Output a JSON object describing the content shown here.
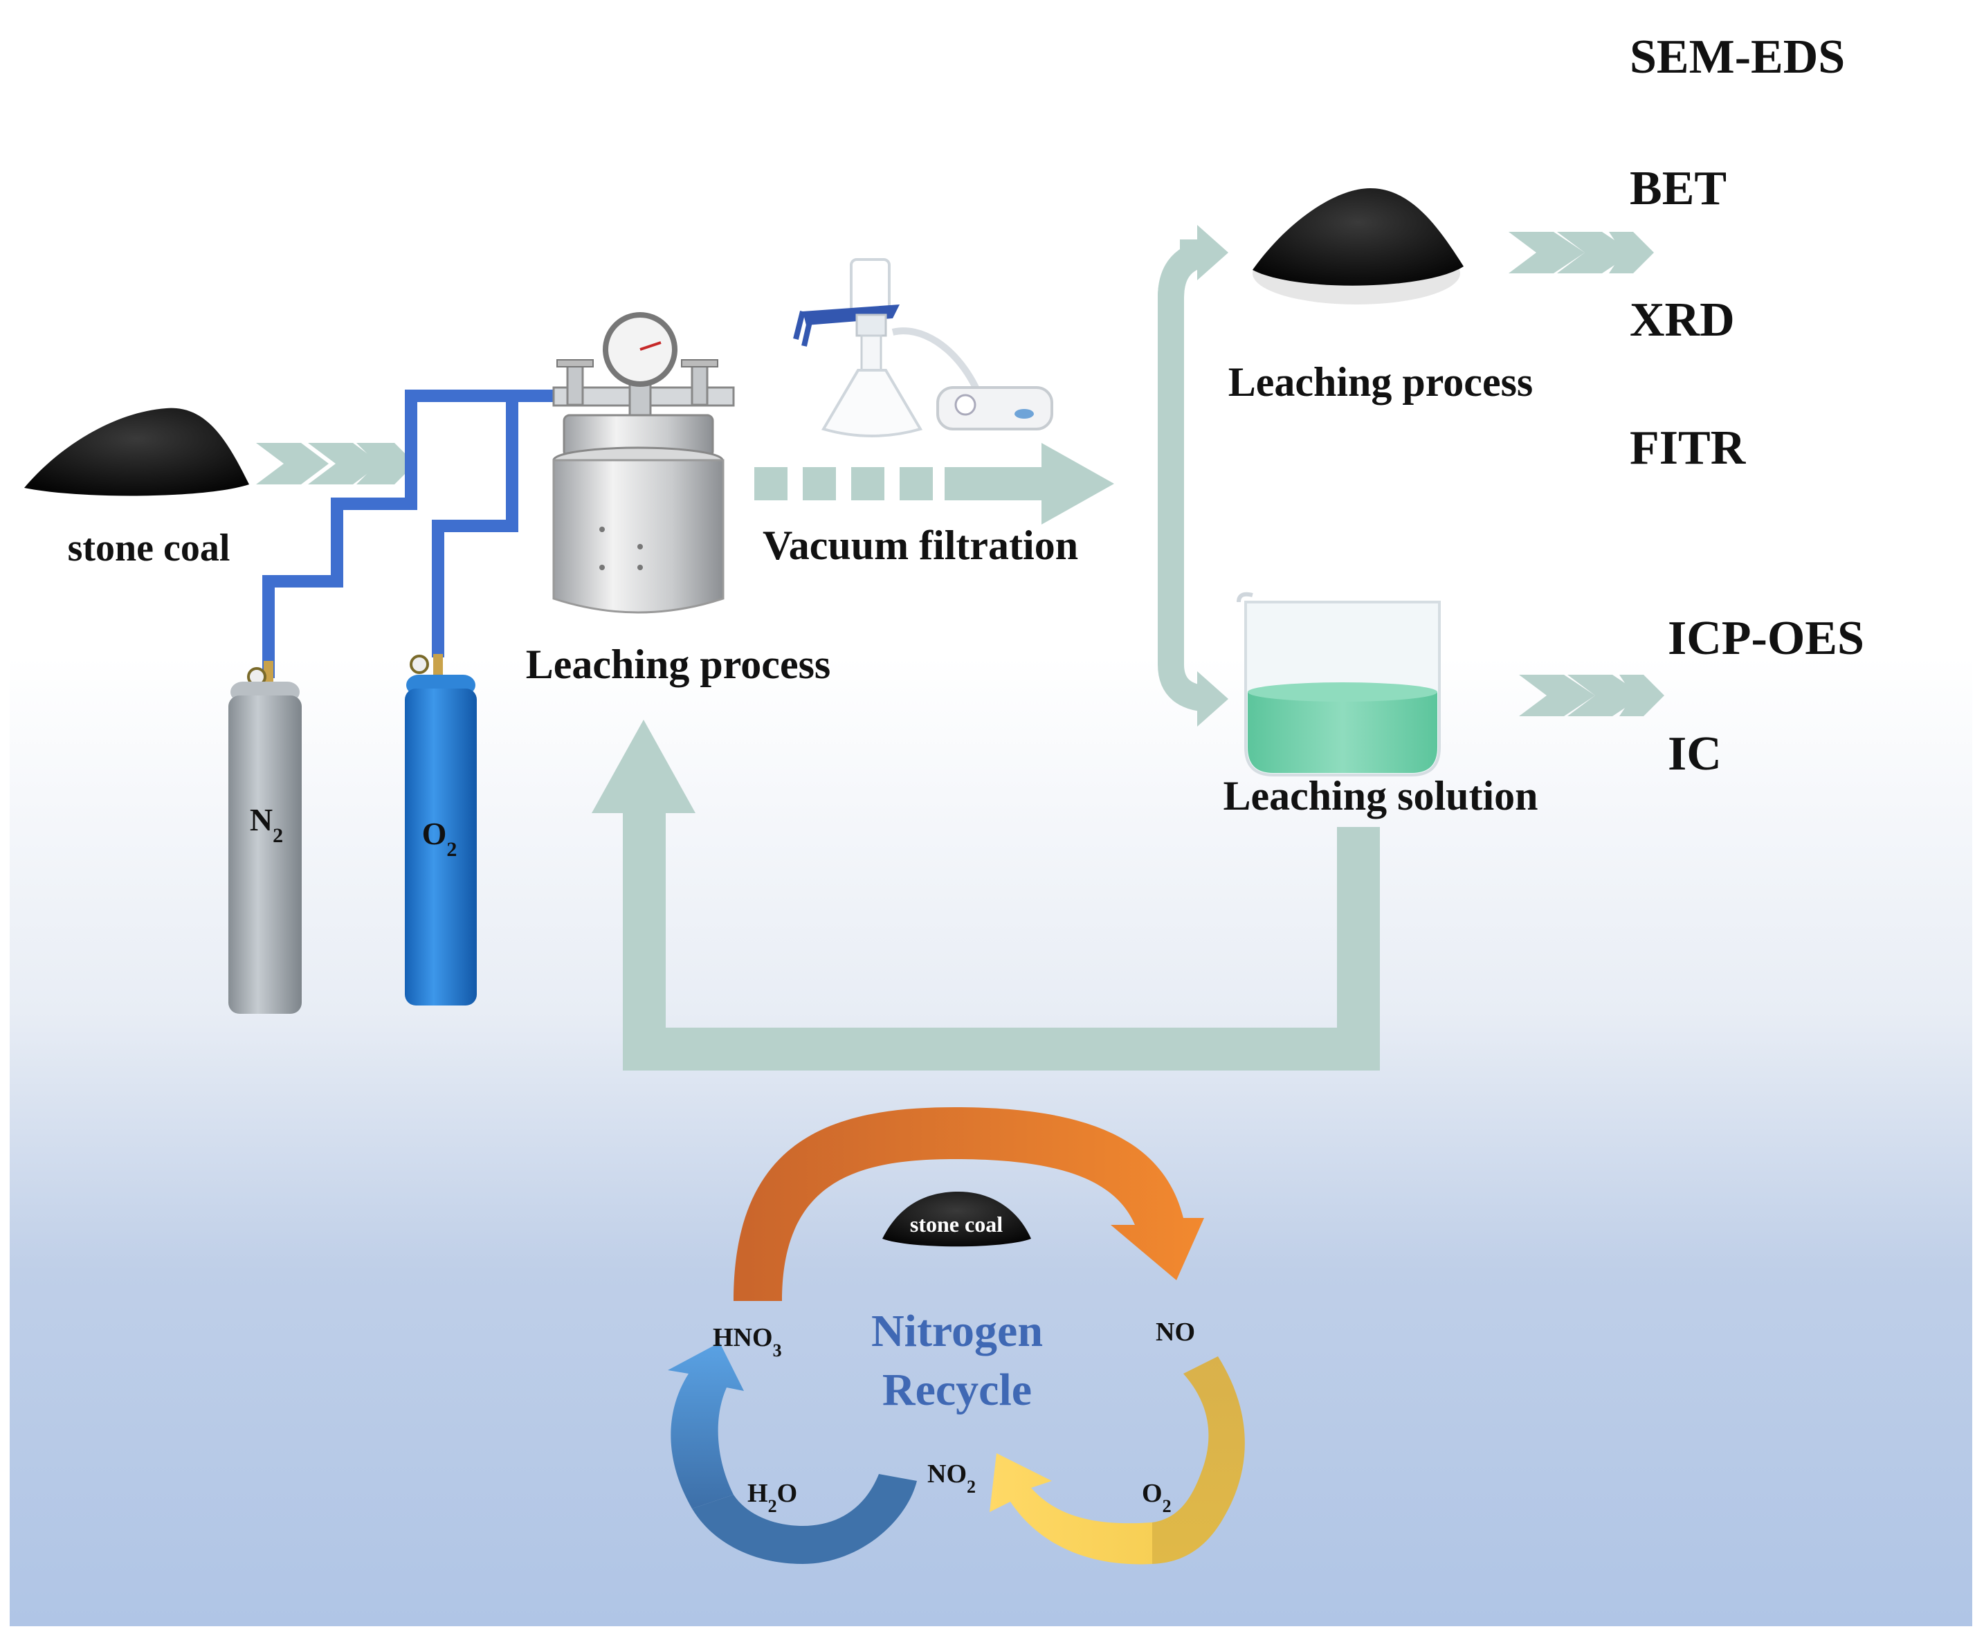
{
  "labels": {
    "stone_coal": "stone coal",
    "leaching_process_reactor": "Leaching process",
    "vacuum_filtration": "Vacuum filtration",
    "leaching_process_solid": "Leaching process",
    "leaching_solution": "Leaching solution"
  },
  "cylinders": {
    "n2": {
      "base": "N",
      "sub": "2",
      "color": "#a9b0b5"
    },
    "o2": {
      "base": "O",
      "sub": "2",
      "color": "#2a7fd4"
    }
  },
  "solid_analysis": [
    "SEM-EDS",
    "BET",
    "XRD",
    "FITR"
  ],
  "solution_analysis": [
    "ICP-OES",
    "IC"
  ],
  "cycle": {
    "title_line1": "Nitrogen",
    "title_line2": "Recycle",
    "coal_label": "stone coal",
    "hno3": {
      "base": "HNO",
      "sub": "3"
    },
    "no": "NO",
    "no2": {
      "base": "NO",
      "sub": "2"
    },
    "h2o": {
      "base": "H",
      "sub": "2",
      "tail": "O"
    },
    "o2": {
      "base": "O",
      "sub": "2"
    }
  },
  "colors": {
    "flow_arrow": "#b7d1cb",
    "gas_pipe": "#3f6fcf",
    "solution": "#6fd0aa",
    "cycle_title": "#3f68b4",
    "bg_bottom": "#b3c7e6"
  }
}
